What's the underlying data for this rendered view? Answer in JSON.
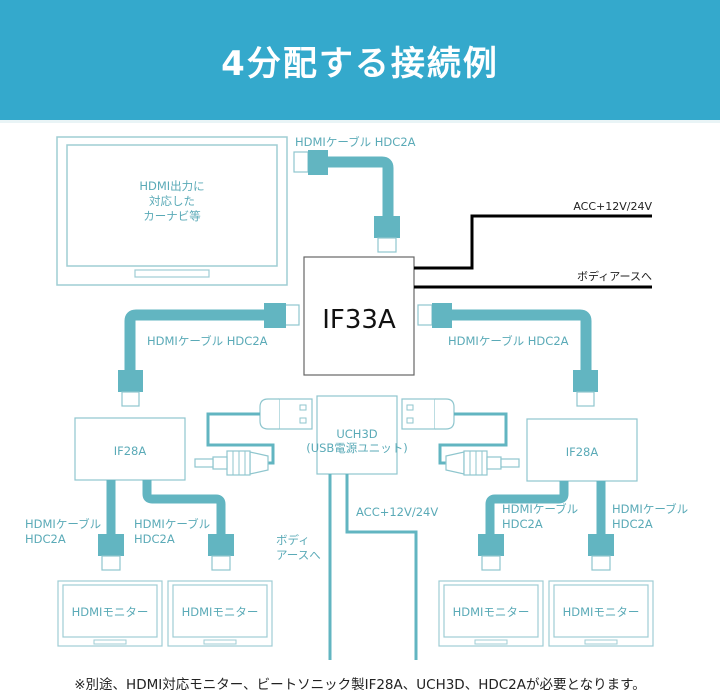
{
  "header": {
    "title": "4分配する接続例"
  },
  "colors": {
    "banner": "#34a9cc",
    "cable": "#62b5c1",
    "outline": "#7fc0ca",
    "power_line": "#000000"
  },
  "source_device": {
    "lines": [
      "HDMI出力に",
      "対応した",
      "カーナビ等"
    ]
  },
  "splitter": {
    "label": "IF33A"
  },
  "usb_unit": {
    "lines": [
      "UCH3D",
      "(USB電源ユニット)"
    ]
  },
  "extenders": {
    "left": "IF28A",
    "right": "IF28A"
  },
  "cables": {
    "top": "HDMIケーブル HDC2A",
    "left": "HDMIケーブル HDC2A",
    "right": "HDMIケーブル HDC2A",
    "monitor_cable_line1": "HDMIケーブル",
    "monitor_cable_line2": "HDC2A"
  },
  "power": {
    "acc": "ACC+12V/24V",
    "ground": "ボディアースへ",
    "usb_acc": "ACC+12V/24V",
    "usb_ground_line1": "ボディ",
    "usb_ground_line2": "アースへ"
  },
  "monitors": [
    "HDMIモニター",
    "HDMIモニター",
    "HDMIモニター",
    "HDMIモニター"
  ],
  "footnote": "※別途、HDMI対応モニター、ビートソニック製IF28A、UCH3D、HDC2Aが必要となります。"
}
